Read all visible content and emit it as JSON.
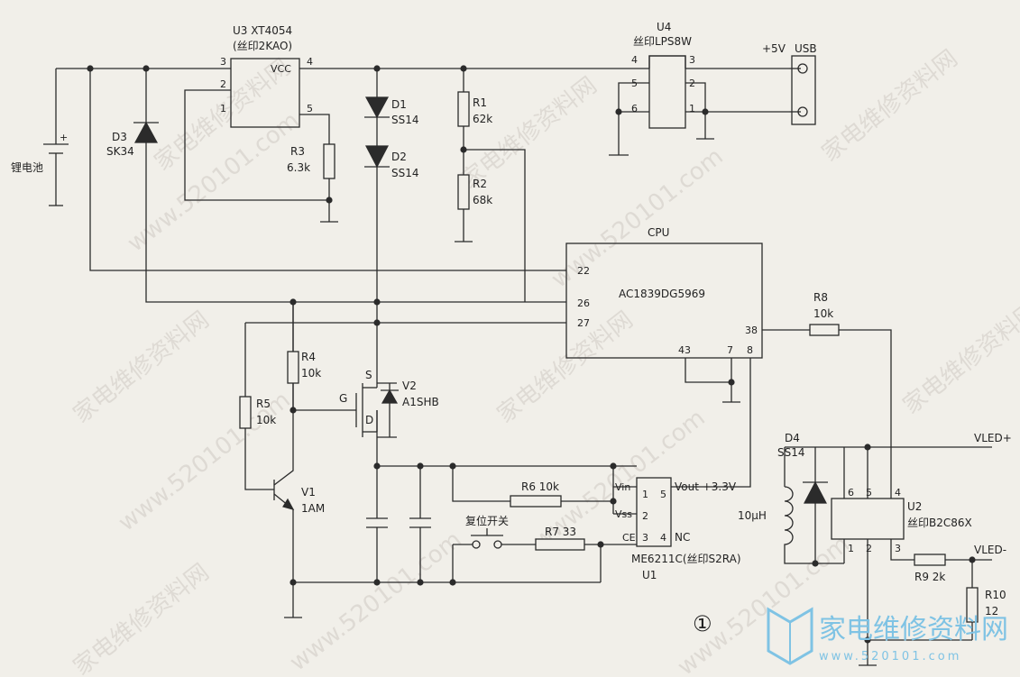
{
  "watermarks": {
    "cn": "家电维修资料网",
    "url": "www.520101.com"
  },
  "figure_number": "①",
  "labels": {
    "u3_title": "U3 XT4054",
    "u3_mark": "(丝印2KAO)",
    "u3_vcc": "VCC",
    "u4_title": "U4",
    "u4_mark": "丝印LPS8W",
    "plus5v": "+5V",
    "usb": "USB",
    "battery": "锂电池",
    "d3": "D3",
    "d3_part": "SK34",
    "d1": "D1",
    "d1_part": "SS14",
    "d2": "D2",
    "d2_part": "SS14",
    "r1": "R1",
    "r1_val": "62k",
    "r2": "R2",
    "r2_val": "68k",
    "r3": "R3",
    "r3_val": "6.3k",
    "r4": "R4",
    "r4_val": "10k",
    "r5": "R5",
    "r5_val": "10k",
    "r6": "R6 10k",
    "r7": "R7 33",
    "r8": "R8",
    "r8_val": "10k",
    "r9": "R9 2k",
    "r10": "R10",
    "r10_val": "12",
    "cpu": "CPU",
    "cpu_part": "AC1839DG5969",
    "v2": "V2",
    "v2_part": "A1SHB",
    "v2_s": "S",
    "v2_g": "G",
    "v2_d": "D",
    "v1": "V1",
    "v1_part": "1AM",
    "d4": "D4",
    "d4_part": "SS14",
    "inductor": "10μH",
    "u2": "U2",
    "u2_mark": "丝印B2C86X",
    "vled_plus": "VLED+",
    "vled_minus": "VLED-",
    "u1": "U1",
    "u1_mark": "ME6211C(丝印S2RA)",
    "u1_vin": "Vin",
    "u1_vss": "Vss",
    "u1_ce": "CE",
    "u1_vout": "Vout +3.3V",
    "u1_nc": "NC",
    "reset_switch": "复位开关"
  },
  "pins": {
    "u3": [
      "3",
      "2",
      "1",
      "4",
      "5"
    ],
    "u4": [
      "4",
      "5",
      "6",
      "3",
      "2",
      "1"
    ],
    "cpu": [
      "22",
      "26",
      "27",
      "38",
      "43",
      "7",
      "8"
    ],
    "u1": [
      "1",
      "2",
      "3",
      "5",
      "4"
    ],
    "u2": [
      "6",
      "5",
      "4",
      "1",
      "2",
      "3"
    ]
  }
}
